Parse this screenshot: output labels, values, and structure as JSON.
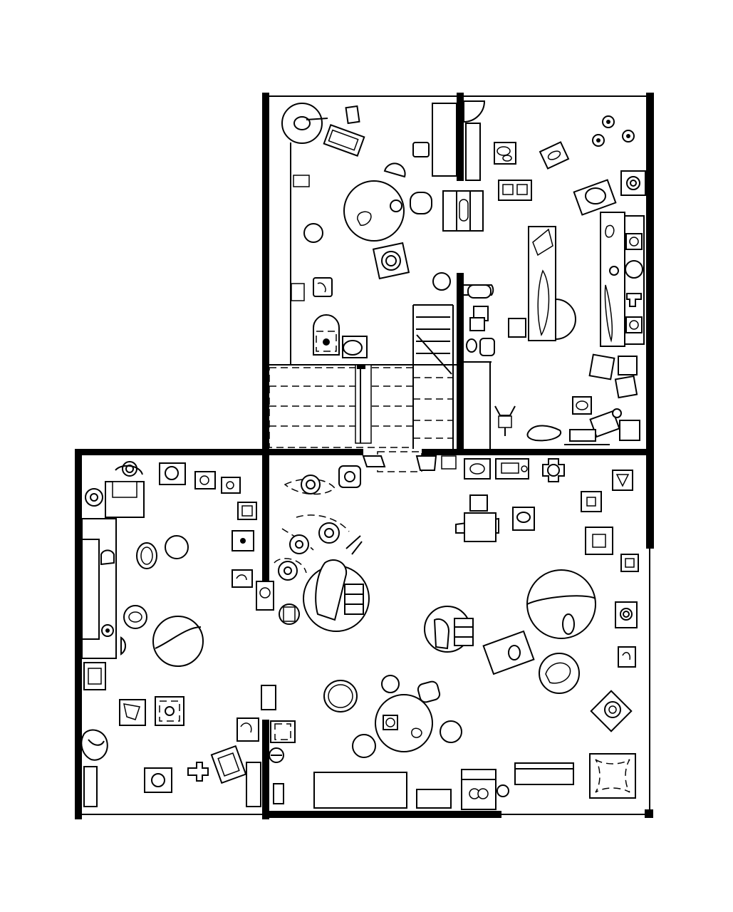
{
  "colors": {
    "ink": "#000000",
    "paper": "#ffffff"
  },
  "plan": {
    "rooms": [
      {
        "id": "upper-left-room"
      },
      {
        "id": "upper-right-room"
      },
      {
        "id": "lower-left-room"
      },
      {
        "id": "lower-right-room"
      }
    ],
    "features": [
      "walls",
      "doors",
      "staircase",
      "dashed-ramp",
      "furniture"
    ]
  }
}
